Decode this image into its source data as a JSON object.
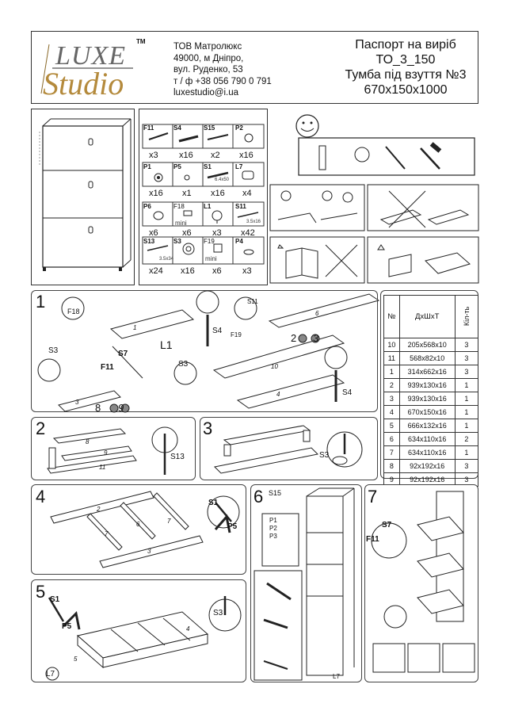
{
  "header": {
    "logo": {
      "word1": "LUXE",
      "word2": "Studio",
      "tm": "TM"
    },
    "company": [
      "ТОВ Матролюкс",
      "49000, м Дніпро,",
      "вул. Руденко, 53",
      "т / ф +38 056 790 0 791",
      "luxestudio@i.ua"
    ],
    "title": [
      "Паспорт на виріб",
      "ТО_3_150",
      "Тумба під взуття №3",
      "670х150х1000"
    ]
  },
  "hardware": [
    {
      "code": "F11",
      "qty": "x3"
    },
    {
      "code": "S4",
      "qty": "x16"
    },
    {
      "code": "S15",
      "qty": "x2"
    },
    {
      "code": "P2",
      "qty": "x16"
    },
    {
      "code": "P1",
      "qty": "x16"
    },
    {
      "code": "P5",
      "qty": "x1"
    },
    {
      "code": "S1",
      "qty": "x16",
      "note": "6.4x50"
    },
    {
      "code": "L7",
      "qty": "x4"
    },
    {
      "code": "P6",
      "qty": "x6"
    },
    {
      "code": "F18",
      "qty": "x6",
      "note": "mini"
    },
    {
      "code": "L1",
      "qty": "x3"
    },
    {
      "code": "S11",
      "qty": "x42",
      "note": "3.5x16"
    },
    {
      "code": "S13",
      "qty": "x24",
      "note": "3.5x34"
    },
    {
      "code": "S3",
      "qty": "x16"
    },
    {
      "code": "F19",
      "qty": "x6",
      "note": "mini"
    },
    {
      "code": "P4",
      "qty": "x3"
    }
  ],
  "steps": {
    "s1": {
      "num": "1",
      "labels": [
        "F18",
        "S3",
        "S7",
        "F11",
        "L1",
        "S4",
        "S11",
        "F19",
        "S3",
        "S4"
      ],
      "parts": [
        "1",
        "10",
        "6",
        "4",
        "3"
      ],
      "cluster1": [
        "2",
        "3"
      ],
      "cluster2": [
        "8",
        "9"
      ]
    },
    "s2": {
      "num": "2",
      "labels": [
        "S13"
      ],
      "parts": [
        "8",
        "9",
        "11"
      ]
    },
    "s3": {
      "num": "3",
      "labels": [
        "S3"
      ]
    },
    "s4": {
      "num": "4",
      "labels": [
        "S1",
        "P5"
      ],
      "parts": [
        "2",
        "7",
        "6",
        "7",
        "3"
      ]
    },
    "s5": {
      "num": "5",
      "labels": [
        "S1",
        "P5",
        "S3",
        "L7"
      ],
      "parts": [
        "4",
        "5"
      ]
    },
    "s6": {
      "num": "6",
      "labels": [
        "S15",
        "P1",
        "P2",
        "P3",
        "L7"
      ]
    },
    "s7": {
      "num": "7",
      "labels": [
        "S7",
        "F11"
      ]
    }
  },
  "parts_table": {
    "headers": [
      "№",
      "ДхШхТ",
      "Кіл-ть"
    ],
    "rows": [
      [
        "10",
        "205х568х10",
        "3"
      ],
      [
        "11",
        "568х82х10",
        "3"
      ],
      [
        "1",
        "314х662х16",
        "3"
      ],
      [
        "2",
        "939х130х16",
        "1"
      ],
      [
        "3",
        "939х130х16",
        "1"
      ],
      [
        "4",
        "670х150х16",
        "1"
      ],
      [
        "5",
        "666х132х16",
        "1"
      ],
      [
        "6",
        "634х110х16",
        "2"
      ],
      [
        "7",
        "634х110х16",
        "1"
      ],
      [
        "8",
        "92х192х16",
        "3"
      ],
      [
        "9",
        "92х192х16",
        "3"
      ]
    ]
  }
}
